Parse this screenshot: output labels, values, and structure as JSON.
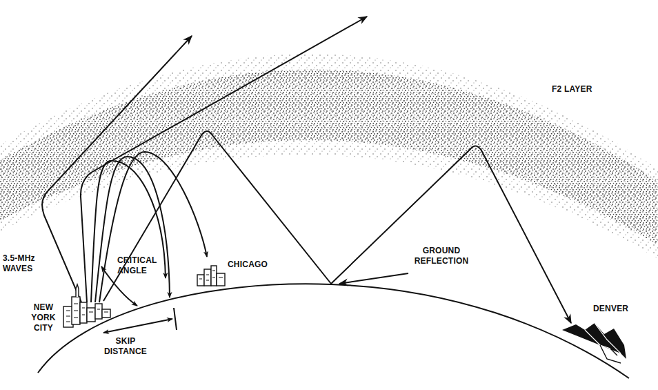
{
  "diagram": {
    "labels": [
      "F2 LAYER",
      "3.5-MHz WAVES",
      "CRITICAL ANGLE",
      "CHICAGO",
      "GROUND REFLECTION",
      "NEW YORK CITY",
      "SKIP DISTANCE",
      "DENVER"
    ]
  }
}
